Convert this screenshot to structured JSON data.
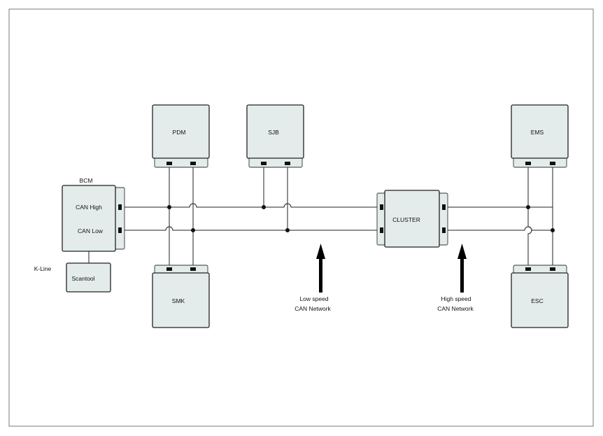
{
  "diagram": {
    "modules": {
      "bcm": {
        "title": "BCM",
        "can_high": "CAN High",
        "can_low": "CAN Low"
      },
      "pdm": {
        "label": "PDM"
      },
      "sjb": {
        "label": "SJB"
      },
      "ems": {
        "label": "EMS"
      },
      "smk": {
        "label": "SMK"
      },
      "cluster": {
        "label": "CLUSTER"
      },
      "esc": {
        "label": "ESC"
      },
      "scantool": {
        "label": "Scantool"
      }
    },
    "k_line_label": "K-Line",
    "low_speed": {
      "line1": "Low speed",
      "line2": "CAN Network"
    },
    "high_speed": {
      "line1": "High speed",
      "line2": "CAN Network"
    },
    "colors": {
      "module_fill": "#e3ebeb",
      "line": "#222222",
      "frame": "#7a7a7a"
    }
  }
}
